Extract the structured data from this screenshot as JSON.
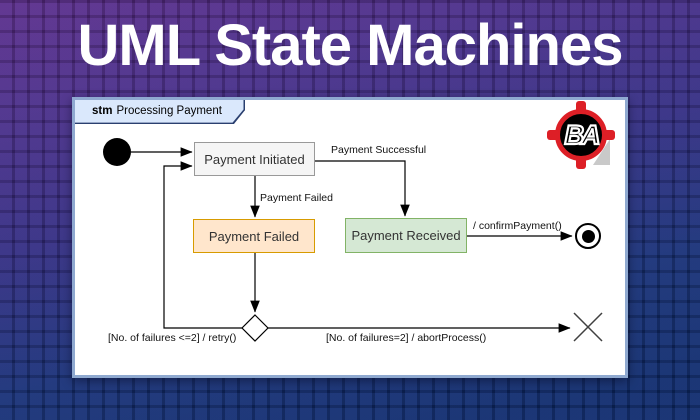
{
  "title": "UML State Machines",
  "frame": {
    "keyword": "stm",
    "name": "Processing Payment"
  },
  "states": {
    "initiated": {
      "label": "Payment Initiated",
      "fill": "#f5f5f5",
      "border": "#999999"
    },
    "failed": {
      "label": "Payment Failed",
      "fill": "#ffe6cc",
      "border": "#d79b00"
    },
    "received": {
      "label": "Payment Received",
      "fill": "#d5e8d4",
      "border": "#82b366"
    }
  },
  "transitions": {
    "successful": "Payment Successful",
    "failed": "Payment Failed",
    "confirm": "/ confirmPayment()",
    "retry": "[No. of failures <=2] / retry()",
    "abort": "[No. of failures=2] / abortProcess()"
  },
  "logo": {
    "text": "BA",
    "ring_color": "#dd1f26"
  },
  "colors": {
    "background_top": "#5d2c85",
    "background_bottom": "#0d2a66",
    "title_text": "#ffffff",
    "frame_border": "#8fa9d0",
    "tab_fill": "#dae8fc",
    "tab_border": "#2a3f6f"
  }
}
